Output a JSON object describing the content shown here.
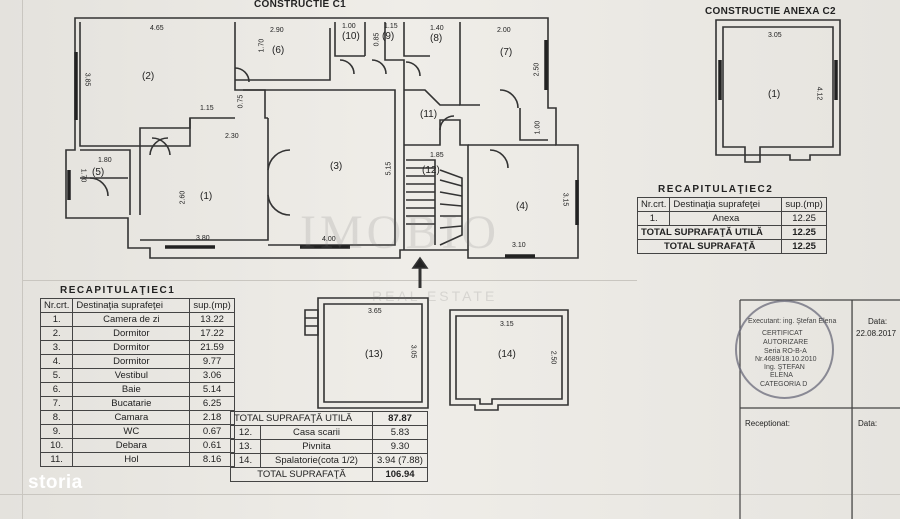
{
  "titles": {
    "main": "CONSTRUCTIE C1",
    "annex": "CONSTRUCTIE ANEXA C2"
  },
  "rooms": {
    "r1": "(1)",
    "r2": "(2)",
    "r3": "(3)",
    "r4": "(4)",
    "r5": "(5)",
    "r6": "(6)",
    "r7": "(7)",
    "r8": "(8)",
    "r9": "(9)",
    "r10": "(10)",
    "r11": "(11)",
    "r12": "(12)",
    "r13": "(13)",
    "r14": "(14)",
    "annex1": "(1)"
  },
  "dimensions": {
    "d1": "4.65",
    "d2": "2.90",
    "d3": "1.00",
    "d4": "1.15",
    "d5": "1.40",
    "d6": "2.00",
    "d7": "3.85",
    "d8": "1.70",
    "d9": "0.85",
    "d10": "2.50",
    "d11": "1.15",
    "d12": "0.75",
    "d13": "2.30",
    "d14": "1.00",
    "d15": "1.80",
    "d16": "1.70",
    "d17": "2.60",
    "d18": "5.15",
    "d19": "1.85",
    "d20": "3.15",
    "d21": "3.80",
    "d22": "4.00",
    "d23": "3.10",
    "d24": "3.05",
    "d25": "4.12",
    "d26": "3.65",
    "d27": "3.05",
    "d28": "3.15",
    "d29": "2.50"
  },
  "recap_c1": {
    "title": "RECAPITULAŢIEC1",
    "headers": [
      "Nr.crt.",
      "Destinaţia suprafeţei",
      "sup.(mp)"
    ],
    "rows": [
      [
        "1.",
        "Camera de zi",
        "13.22"
      ],
      [
        "2.",
        "Dormitor",
        "17.22"
      ],
      [
        "3.",
        "Dormitor",
        "21.59"
      ],
      [
        "4.",
        "Dormitor",
        "9.77"
      ],
      [
        "5.",
        "Vestibul",
        "3.06"
      ],
      [
        "6.",
        "Baie",
        "5.14"
      ],
      [
        "7.",
        "Bucatarie",
        "6.25"
      ],
      [
        "8.",
        "Camara",
        "2.18"
      ],
      [
        "9.",
        "WC",
        "0.67"
      ],
      [
        "10.",
        "Debara",
        "0.61"
      ],
      [
        "11.",
        "Hol",
        "8.16"
      ]
    ],
    "util_label": "TOTAL SUPRAFAŢĂ UTILĂ",
    "util_value": "87.87",
    "extra_rows": [
      [
        "12.",
        "Casa scarii",
        "5.83"
      ],
      [
        "13.",
        "Pivnita",
        "9.30"
      ],
      [
        "14.",
        "Spalatorie(cota 1/2)",
        "3.94 (7.88)"
      ]
    ],
    "total_label": "TOTAL SUPRAFAŢĂ",
    "total_value": "106.94"
  },
  "recap_c2": {
    "title": "RECAPITULAŢIEC2",
    "headers": [
      "Nr.crt.",
      "Destinaţia suprafeţei",
      "sup.(mp)"
    ],
    "row": [
      "1.",
      "Anexa",
      "12.25"
    ],
    "util_label": "TOTAL SUPRAFAŢĂ UTILĂ",
    "util_value": "12.25",
    "total_label": "TOTAL SUPRAFAŢĂ",
    "total_value": "12.25"
  },
  "stamp": {
    "line1": "CERTIFICAT",
    "line2": "AUTORIZARE",
    "line3": "Seria RO-B-A",
    "line4": "Nr.4689/18.10.2010",
    "line5": "Ing. ŞTEFAN",
    "line6": "ELENA",
    "line7": "CATEGORIA D",
    "executant": "Executant: ing. Ştefan Elena"
  },
  "signature_box": {
    "date_label": "Data:",
    "date_value": "22.08.2017",
    "receptionat": "Receptionat:",
    "data_label2": "Data:"
  },
  "watermark": {
    "brand": "IMOBIO",
    "sub": "REAL ESTATE"
  },
  "logo": "storia"
}
